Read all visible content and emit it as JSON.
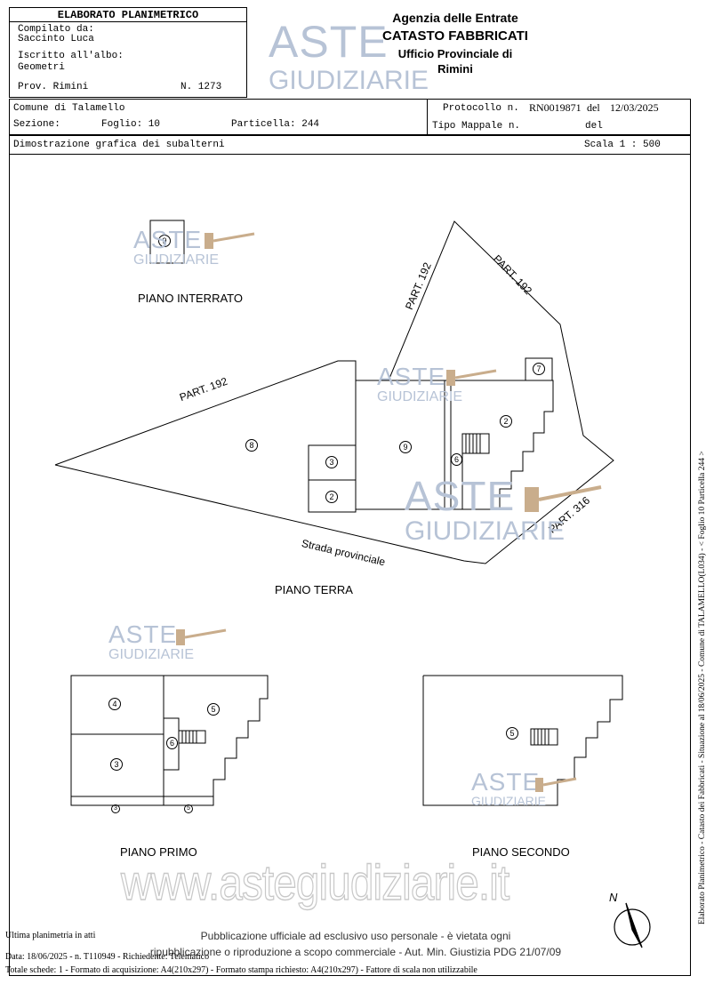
{
  "header": {
    "title": "ELABORATO PLANIMETRICO",
    "compilato_label": "Compilato da:",
    "compilato_value": "Saccinto Luca",
    "iscritto_label": "Iscritto all'albo:",
    "iscritto_value": "Geometri",
    "prov_label": "Prov. Rimini",
    "numero_label": "N. 1273",
    "agency_line1": "Agenzia delle Entrate",
    "agency_line2": "CATASTO FABBRICATI",
    "agency_line3": "Ufficio Provinciale di",
    "agency_line4": "Rimini"
  },
  "info": {
    "comune": "Comune di Talamello",
    "sezione": "Sezione:",
    "foglio": "Foglio: 10",
    "particella": "Particella: 244",
    "protocollo_label": "Protocollo n.",
    "protocollo_value": "RN0019871",
    "protocollo_del": "del",
    "protocollo_date": "12/03/2025",
    "tipo_mappale": "Tipo Mappale n.",
    "tipo_del": "del",
    "dimostrazione": "Dimostrazione grafica dei subalterni",
    "scala": "Scala 1 : 500"
  },
  "drawing": {
    "piano_interrato": "PIANO INTERRATO",
    "piano_terra": "PIANO TERRA",
    "piano_primo": "PIANO PRIMO",
    "piano_secondo": "PIANO SECONDO",
    "part192_a": "PART. 192",
    "part192_b": "PART. 192",
    "part192_c": "PART. 192",
    "part316": "PART. 316",
    "strada": "Strada provinciale",
    "north": "N",
    "sub": {
      "interrato_9": "9",
      "terra_8": "8",
      "terra_9": "9",
      "terra_3": "3",
      "terra_2a": "2",
      "terra_2b": "2",
      "terra_6": "6",
      "terra_7": "7",
      "primo_4": "4",
      "primo_3": "3",
      "primo_5": "5",
      "primo_6": "6",
      "primo_3b": "3",
      "primo_5b": "5",
      "secondo_5": "5"
    }
  },
  "watermark": {
    "aste": "ASTE",
    "giudiziarie": "GIUDIZIARIE",
    "url": "www.astegiudiziarie.it",
    "pubblicazione_1": "Pubblicazione ufficiale ad esclusivo uso personale - è vietata ogni",
    "pubblicazione_2": "ripubblicazione o riproduzione a scopo commerciale - Aut. Min. Giustizia PDG 21/07/09"
  },
  "footer": {
    "ultima": "Ultima planimetria in atti",
    "data_line": "Data: 18/06/2025 - n. T110949 - Richiedente: Telematico",
    "totale_line": "Totale schede: 1 - Formato di acquisizione: A4(210x297)  - Formato stampa richiesto: A4(210x297) - Fattore di scala non utilizzabile",
    "side_text": "Elaborato Planimetrico - Catasto dei Fabbricati - Situazione al 18/06/2025 - Comune di TALAMELLO(L034) - < Foglio 10 Particella 244 >"
  },
  "colors": {
    "watermark": "#b7c3d6",
    "gavel": "#c9ad8c",
    "url": "#d2d2d2"
  }
}
